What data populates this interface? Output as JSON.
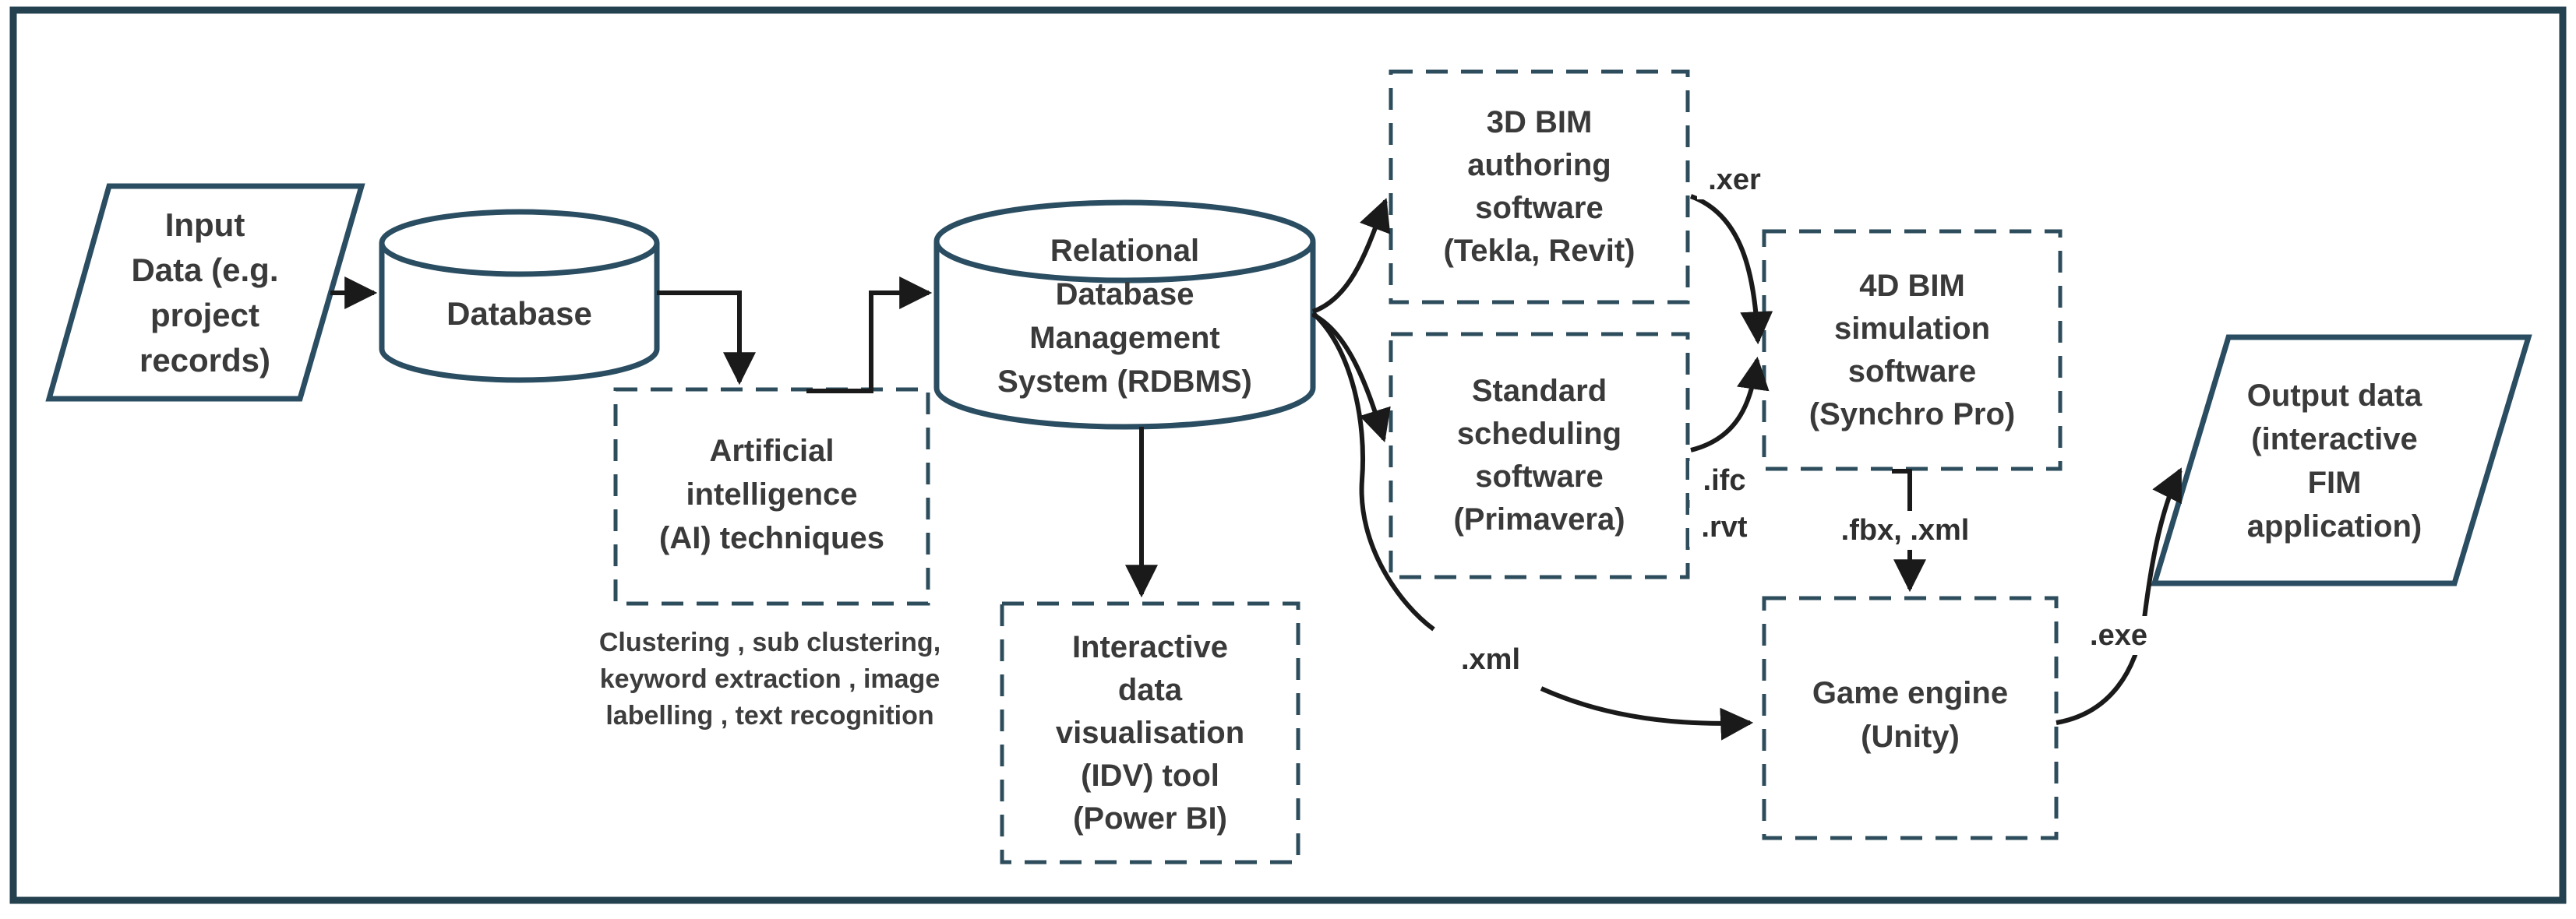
{
  "nodes": {
    "input": {
      "lines": [
        "Input",
        "Data (e.g.",
        "project",
        "records)"
      ]
    },
    "database": {
      "label": "Database"
    },
    "rdbms": {
      "lines": [
        "Relational",
        "Database",
        "Management",
        "System (RDBMS)"
      ]
    },
    "ai": {
      "lines": [
        "Artificial",
        "intelligence",
        "(AI) techniques"
      ]
    },
    "ai_note": {
      "lines": [
        "Clustering , sub clustering,",
        "keyword extraction , image",
        "labelling , text recognition"
      ]
    },
    "idv": {
      "lines": [
        "Interactive",
        "data",
        "visualisation",
        "(IDV) tool",
        "(Power BI)"
      ]
    },
    "bim3d": {
      "lines": [
        "3D BIM",
        "authoring",
        "software",
        "(Tekla, Revit)"
      ]
    },
    "sched": {
      "lines": [
        "Standard",
        "scheduling",
        "software",
        "(Primavera)"
      ]
    },
    "bim4d": {
      "lines": [
        "4D BIM",
        "simulation",
        "software",
        "(Synchro Pro)"
      ]
    },
    "game": {
      "lines": [
        "Game engine",
        "(Unity)"
      ]
    },
    "output": {
      "lines": [
        "Output data",
        "(interactive",
        "FIM",
        "application)"
      ]
    }
  },
  "labels": {
    "xer": ".xer",
    "ifc": ".ifc",
    "rvt": ".rvt",
    "fbx_xml": ".fbx, .xml",
    "xml": ".xml",
    "exe": ".exe"
  },
  "colors": {
    "outer_border": "#24414f",
    "shape_stroke": "#2a4d61",
    "dash_stroke": "#2e4d5c",
    "connector": "#1a1a1a",
    "text": "#3a3a3a"
  }
}
